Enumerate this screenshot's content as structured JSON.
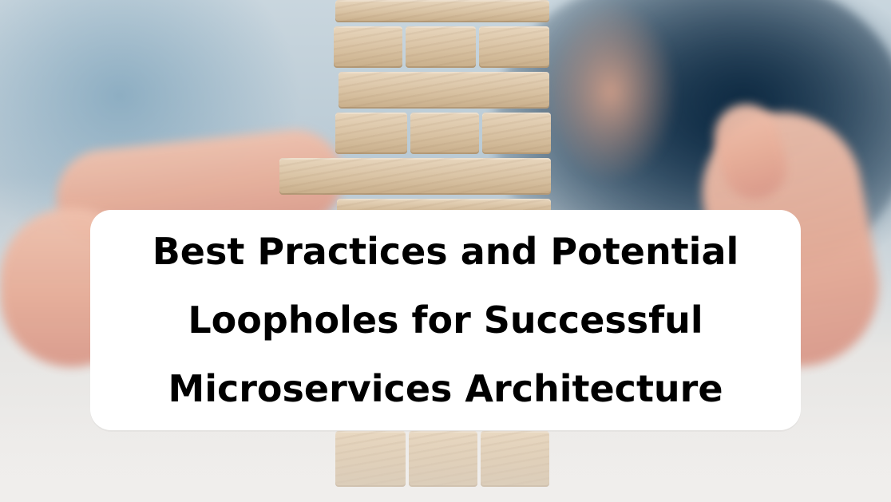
{
  "headline": {
    "line1": "Best Practices and Potential",
    "line2": "Loopholes for Successful",
    "line3": "Microservices Architecture"
  },
  "colors": {
    "card": "#ffffff",
    "text": "#000000",
    "wood": "#d7c0a0",
    "background_blue": "#123452",
    "skin": "#e7ad98"
  }
}
